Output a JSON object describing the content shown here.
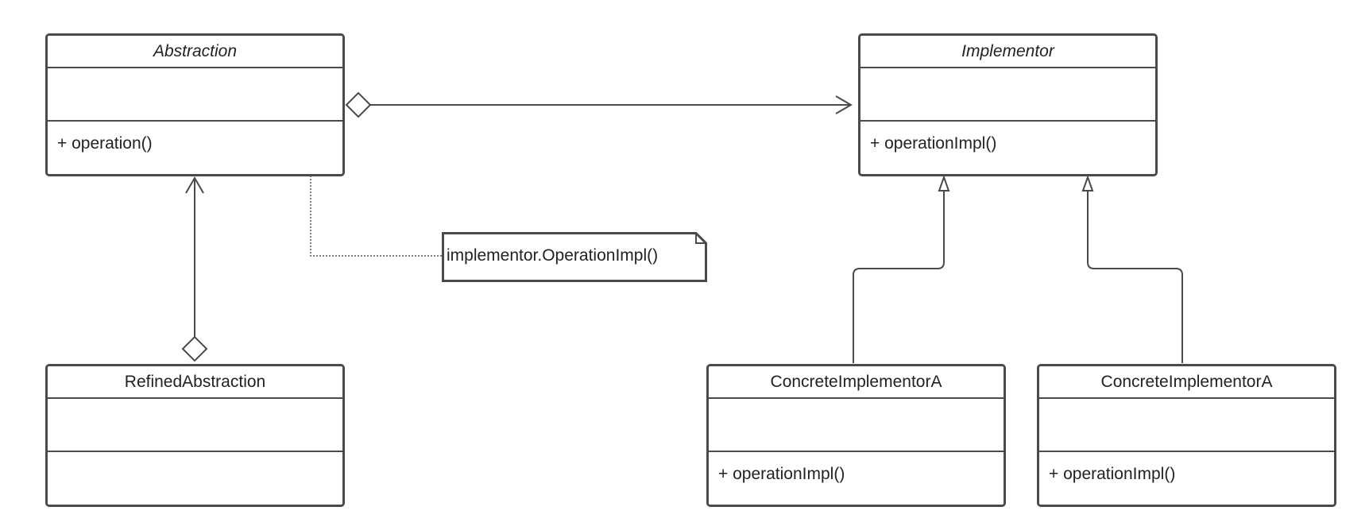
{
  "diagram": {
    "classes": {
      "abstraction": {
        "name": "Abstraction",
        "abstract": true,
        "methods": [
          "+ operation()"
        ]
      },
      "implementor": {
        "name": "Implementor",
        "abstract": true,
        "methods": [
          "+ operationImpl()"
        ]
      },
      "refined_abstraction": {
        "name": "RefinedAbstraction",
        "abstract": false,
        "methods": []
      },
      "concrete_implementor_1": {
        "name": "ConcreteImplementorA",
        "abstract": false,
        "methods": [
          "+ operationImpl()"
        ]
      },
      "concrete_implementor_2": {
        "name": "ConcreteImplementorA",
        "abstract": false,
        "methods": [
          "+ operationImpl()"
        ]
      }
    },
    "note": {
      "text": "implementor.OperationImpl()"
    },
    "relationships": [
      {
        "type": "aggregation",
        "from": "Abstraction",
        "to": "Implementor"
      },
      {
        "type": "aggregation",
        "from": "RefinedAbstraction",
        "to": "Abstraction"
      },
      {
        "type": "generalization",
        "from": "ConcreteImplementorA",
        "to": "Implementor"
      },
      {
        "type": "generalization",
        "from": "ConcreteImplementorA",
        "to": "Implementor"
      }
    ],
    "colors": {
      "stroke": "#4a4a4a",
      "text": "#222222",
      "background": "#ffffff"
    }
  }
}
